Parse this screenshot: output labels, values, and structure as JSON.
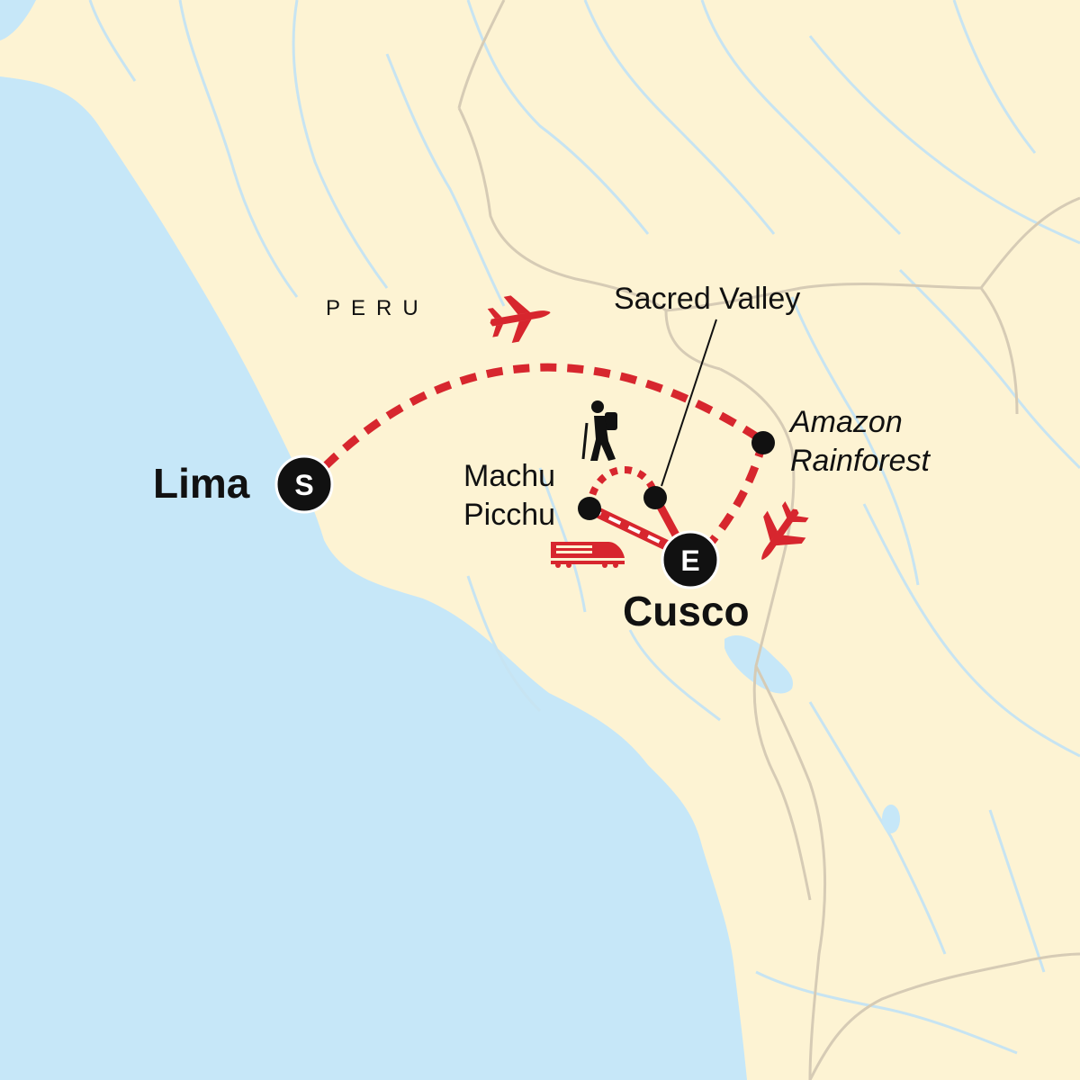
{
  "map": {
    "country_label": "PERU",
    "cities": {
      "start": {
        "name": "Lima",
        "marker": "S"
      },
      "end": {
        "name": "Cusco",
        "marker": "E"
      }
    },
    "stops": {
      "machu_picchu": {
        "line1": "Machu",
        "line2": "Picchu"
      },
      "sacred_valley": {
        "name": "Sacred Valley"
      },
      "amazon": {
        "line1": "Amazon",
        "line2": "Rainforest"
      }
    },
    "icons": [
      "plane-icon",
      "plane-icon",
      "hiker-icon",
      "train-icon"
    ],
    "colors": {
      "ocean": "#c6e7f8",
      "land": "#fdf3d3",
      "river": "#c7e4f2",
      "border": "#d6cbb5",
      "route": "#d7262e",
      "marker": "#111111"
    }
  }
}
